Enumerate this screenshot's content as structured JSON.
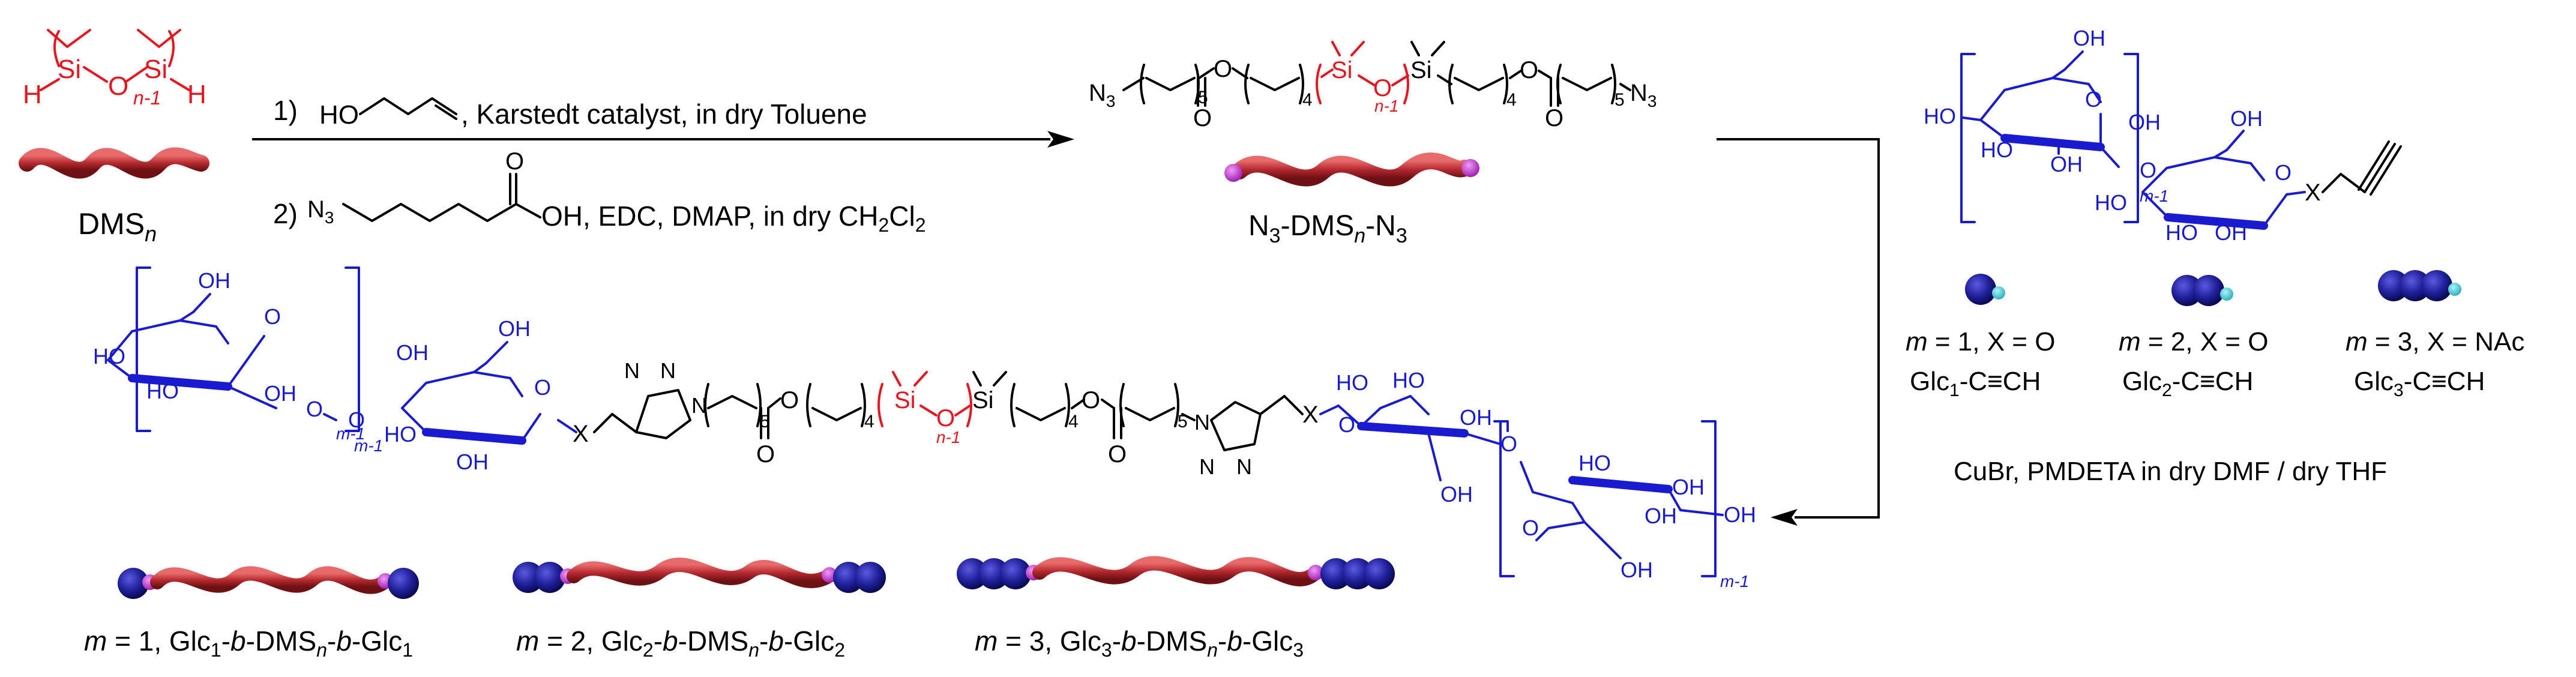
{
  "colors": {
    "polymer": "#b52a30",
    "sugar_bead": "#1f1f9a",
    "alkyne_tip": "#4fd0dc",
    "azide_end": "#c23ad0",
    "sugar_text": "#1a1ad0",
    "siloxane_text": "#e8141e"
  },
  "start": {
    "name": "DMS",
    "sub": "n",
    "si_left": "Si",
    "si_right": "Si",
    "o": "O",
    "h_left": "H",
    "h_right": "H",
    "repeat": "n-1"
  },
  "steps": {
    "step1_num": "1)",
    "step1_ho": "HO",
    "step1_text": ", Karstedt catalyst, in dry Toluene",
    "step2_num": "2)",
    "step2_n3": "N",
    "step2_n3_sub": "3",
    "step2_oh": "OH, EDC, DMAP, in dry CH",
    "step2_ch2": "2",
    "step2_cl": "Cl",
    "step2_cl2": "2",
    "step2_o": "O"
  },
  "intermediate": {
    "label_n": "N",
    "label_3a": "3",
    "label_dms": "-DMS",
    "label_sub": "n",
    "label_n3b": "-N",
    "label_3b": "3",
    "n3_left": "N",
    "n3_right": "N",
    "n3_sub": "3",
    "o": "O",
    "si": "Si",
    "rep5": "5",
    "rep4": "4",
    "repeat": "n-1"
  },
  "glycosides": {
    "atoms": {
      "oh": "OH",
      "ho": "HO",
      "o": "O",
      "x": "X"
    },
    "repeat": "m-1",
    "items": [
      {
        "m_label": "m",
        "eq": " = 1, X = O",
        "name": "Glc",
        "sub": "1",
        "alkyne": "-C≡CH"
      },
      {
        "m_label": "m",
        "eq": " = 2, X = O",
        "name": "Glc",
        "sub": "2",
        "alkyne": "-C≡CH"
      },
      {
        "m_label": "m",
        "eq": " = 3, X = NAc",
        "name": "Glc",
        "sub": "3",
        "alkyne": "-C≡CH"
      }
    ],
    "conditions": "CuBr, PMDETA in dry DMF / dry THF"
  },
  "product": {
    "atoms": {
      "oh": "OH",
      "ho": "HO",
      "o": "O",
      "x": "X",
      "n": "N",
      "si": "Si"
    },
    "rep5": "5",
    "rep4": "4",
    "repeat_n": "n-1",
    "repeat_m": "m-1",
    "labels": [
      {
        "m_label": "m",
        "eq": " = 1, ",
        "glc": "Glc",
        "glc_sub": "1",
        "b1": "b",
        "dms": "DMS",
        "dms_sub": "n",
        "b2": "b",
        "glc2": "Glc",
        "glc2_sub": "1"
      },
      {
        "m_label": "m",
        "eq": " = 2, ",
        "glc": "Glc",
        "glc_sub": "2",
        "b1": "b",
        "dms": "DMS",
        "dms_sub": "n",
        "b2": "b",
        "glc2": "Glc",
        "glc2_sub": "2"
      },
      {
        "m_label": "m",
        "eq": " = 3, ",
        "glc": "Glc",
        "glc_sub": "3",
        "b1": "b",
        "dms": "DMS",
        "dms_sub": "n",
        "b2": "b",
        "glc2": "Glc",
        "glc2_sub": "3"
      }
    ]
  }
}
